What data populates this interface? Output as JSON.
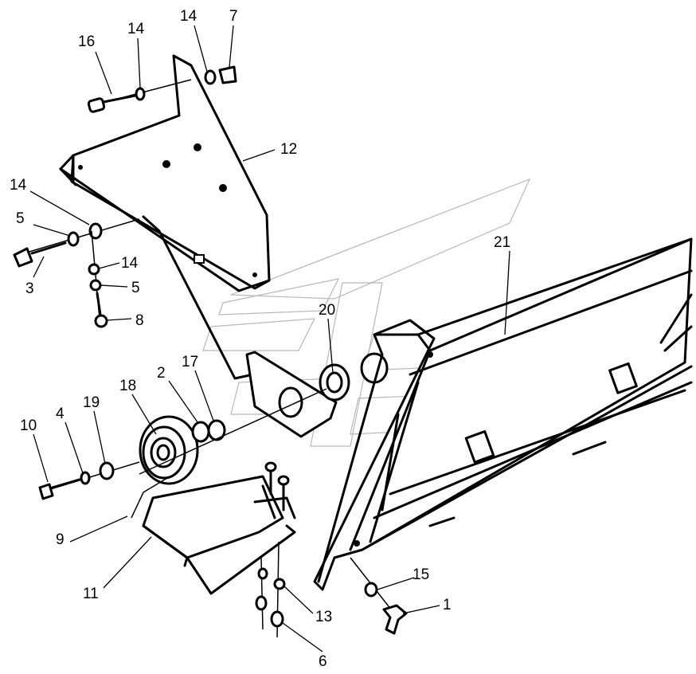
{
  "callouts": [
    {
      "id": "c16a",
      "text": "16"
    },
    {
      "id": "c14a",
      "text": "14"
    },
    {
      "id": "c14b",
      "text": "14"
    },
    {
      "id": "c7",
      "text": "7"
    },
    {
      "id": "c12",
      "text": "12"
    },
    {
      "id": "c14c",
      "text": "14"
    },
    {
      "id": "c5a",
      "text": "5"
    },
    {
      "id": "c3",
      "text": "3"
    },
    {
      "id": "c14d",
      "text": "14"
    },
    {
      "id": "c5b",
      "text": "5"
    },
    {
      "id": "c8",
      "text": "8"
    },
    {
      "id": "c21",
      "text": "21"
    },
    {
      "id": "c20",
      "text": "20"
    },
    {
      "id": "c2",
      "text": "2"
    },
    {
      "id": "c17",
      "text": "17"
    },
    {
      "id": "c18",
      "text": "18"
    },
    {
      "id": "c10",
      "text": "10"
    },
    {
      "id": "c4",
      "text": "4"
    },
    {
      "id": "c19",
      "text": "19"
    },
    {
      "id": "c9",
      "text": "9"
    },
    {
      "id": "c11",
      "text": "11"
    },
    {
      "id": "c15",
      "text": "15"
    },
    {
      "id": "c1",
      "text": "1"
    },
    {
      "id": "c13",
      "text": "13"
    },
    {
      "id": "c6",
      "text": "6"
    }
  ]
}
